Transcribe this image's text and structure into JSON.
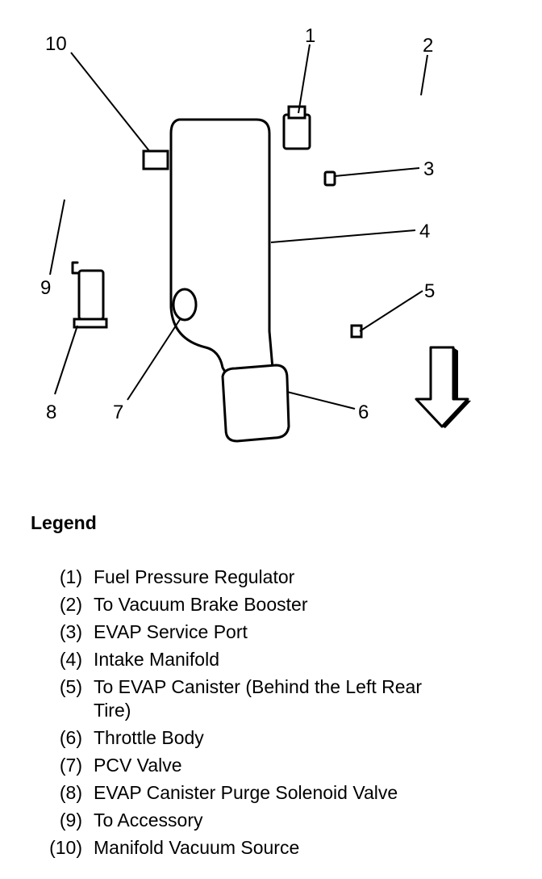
{
  "callouts": [
    "1",
    "2",
    "3",
    "4",
    "5",
    "6",
    "7",
    "8",
    "9",
    "10"
  ],
  "legend": {
    "title": "Legend",
    "items": [
      {
        "num": "(1)",
        "text": "Fuel Pressure Regulator"
      },
      {
        "num": "(2)",
        "text": "To Vacuum Brake Booster"
      },
      {
        "num": "(3)",
        "text": "EVAP Service Port"
      },
      {
        "num": "(4)",
        "text": "Intake Manifold"
      },
      {
        "num": "(5)",
        "text": "To EVAP Canister (Behind the Left Rear Tire)"
      },
      {
        "num": "(6)",
        "text": "Throttle Body"
      },
      {
        "num": "(7)",
        "text": "PCV Valve"
      },
      {
        "num": "(8)",
        "text": "EVAP Canister Purge Solenoid Valve"
      },
      {
        "num": "(9)",
        "text": "To Accessory"
      },
      {
        "num": "(10)",
        "text": "Manifold Vacuum Source"
      }
    ]
  }
}
